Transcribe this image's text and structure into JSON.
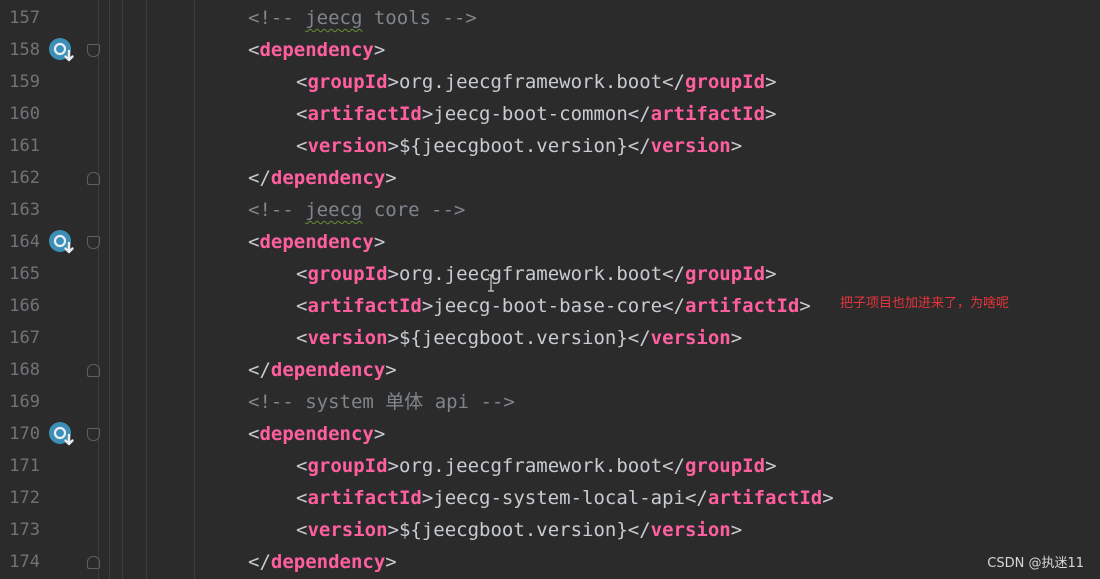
{
  "lines": [
    {
      "n": "157",
      "kind": "comment",
      "indent": 1,
      "text": "<!-- ",
      "word": "jeecg",
      "rest": " tools -->"
    },
    {
      "n": "158",
      "kind": "open",
      "indent": 1,
      "tag": "dependency",
      "icon": true
    },
    {
      "n": "159",
      "kind": "elem",
      "indent": 2,
      "tag": "groupId",
      "value": "org.jeecgframework.boot"
    },
    {
      "n": "160",
      "kind": "elem",
      "indent": 2,
      "tag": "artifactId",
      "value": "jeecg-boot-common"
    },
    {
      "n": "161",
      "kind": "elem",
      "indent": 2,
      "tag": "version",
      "value": "${jeecgboot.version}"
    },
    {
      "n": "162",
      "kind": "close",
      "indent": 1,
      "tag": "dependency"
    },
    {
      "n": "163",
      "kind": "comment",
      "indent": 1,
      "text": "<!-- ",
      "word": "jeecg",
      "rest": " core -->"
    },
    {
      "n": "164",
      "kind": "open",
      "indent": 1,
      "tag": "dependency",
      "icon": true
    },
    {
      "n": "165",
      "kind": "elem",
      "indent": 2,
      "tag": "groupId",
      "value": "org.jeecgframework.boot"
    },
    {
      "n": "166",
      "kind": "elem",
      "indent": 2,
      "tag": "artifactId",
      "value": "jeecg-boot-base-core"
    },
    {
      "n": "167",
      "kind": "elem",
      "indent": 2,
      "tag": "version",
      "value": "${jeecgboot.version}"
    },
    {
      "n": "168",
      "kind": "close",
      "indent": 1,
      "tag": "dependency"
    },
    {
      "n": "169",
      "kind": "comment",
      "indent": 1,
      "text": "<!-- system 单体 api -->",
      "word": "",
      "rest": ""
    },
    {
      "n": "170",
      "kind": "open",
      "indent": 1,
      "tag": "dependency",
      "icon": true
    },
    {
      "n": "171",
      "kind": "elem",
      "indent": 2,
      "tag": "groupId",
      "value": "org.jeecgframework.boot"
    },
    {
      "n": "172",
      "kind": "elem",
      "indent": 2,
      "tag": "artifactId",
      "value": "jeecg-system-local-api"
    },
    {
      "n": "173",
      "kind": "elem",
      "indent": 2,
      "tag": "version",
      "value": "${jeecgboot.version}"
    },
    {
      "n": "174",
      "kind": "close",
      "indent": 1,
      "tag": "dependency"
    }
  ],
  "annotation": "把子项目也加进来了，为啥呢",
  "watermark": "CSDN @执迷11",
  "colors": {
    "background": "#2b2b2b",
    "tag": "#ff5f9e",
    "text": "#c8ccd0",
    "comment": "#7f858b",
    "line_number": "#707478",
    "annotation": "#e8333a",
    "dependency_icon": "#3d8fb8"
  },
  "icons": {
    "dependency": "maven-dependency-icon",
    "fold": "fold-marker-icon"
  }
}
